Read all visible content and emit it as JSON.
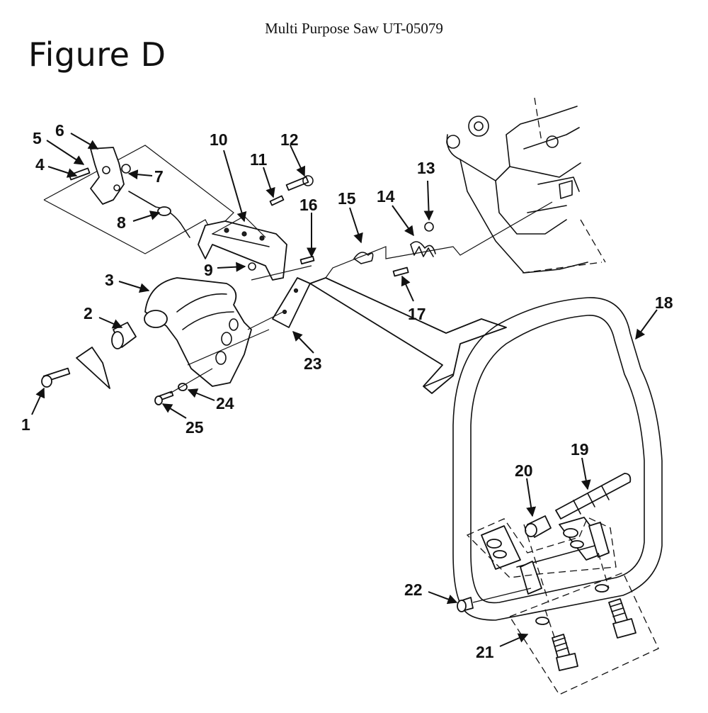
{
  "header": {
    "title": "Multi Purpose Saw UT-05079",
    "figure_label": "Figure D"
  },
  "callouts": [
    {
      "label": "1"
    },
    {
      "label": "2"
    },
    {
      "label": "3"
    },
    {
      "label": "4"
    },
    {
      "label": "5"
    },
    {
      "label": "6"
    },
    {
      "label": "7"
    },
    {
      "label": "8"
    },
    {
      "label": "9"
    },
    {
      "label": "10"
    },
    {
      "label": "11"
    },
    {
      "label": "12"
    },
    {
      "label": "13"
    },
    {
      "label": "14"
    },
    {
      "label": "15"
    },
    {
      "label": "16"
    },
    {
      "label": "17"
    },
    {
      "label": "18"
    },
    {
      "label": "19"
    },
    {
      "label": "20"
    },
    {
      "label": "21"
    },
    {
      "label": "22"
    },
    {
      "label": "23"
    },
    {
      "label": "24"
    },
    {
      "label": "25"
    }
  ]
}
